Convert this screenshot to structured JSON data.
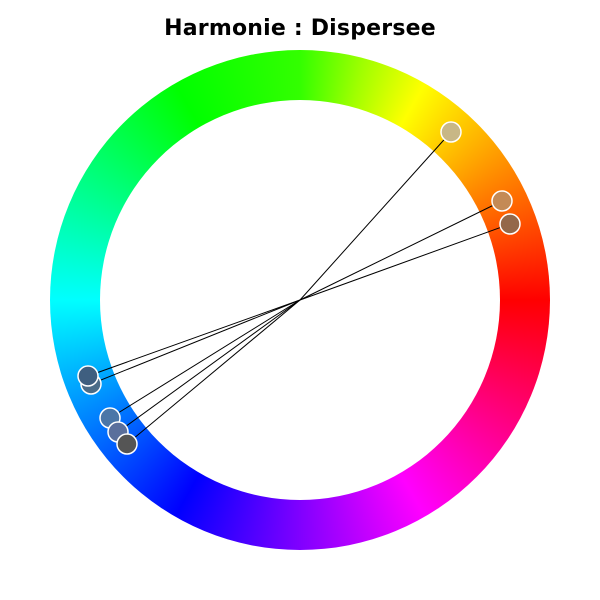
{
  "title": "Harmonie : Dispersee",
  "wheel": {
    "hue_orientation": "red at right, yellow upper-right, green top, cyan left, blue bottom, magenta lower-right",
    "links_meet_at": "center"
  },
  "swatches": [
    {
      "name": "swatch-tan",
      "color": "#c8b786"
    },
    {
      "name": "swatch-orange-light",
      "color": "#c48a55"
    },
    {
      "name": "swatch-brown",
      "color": "#94684a"
    },
    {
      "name": "swatch-steel-blue-1",
      "color": "#4b6c88"
    },
    {
      "name": "swatch-steel-blue-2",
      "color": "#3f5f80"
    },
    {
      "name": "swatch-blue-medium",
      "color": "#4a76a8"
    },
    {
      "name": "swatch-slate-blue",
      "color": "#5a6f9c"
    },
    {
      "name": "swatch-dark-gray",
      "color": "#555555"
    }
  ]
}
